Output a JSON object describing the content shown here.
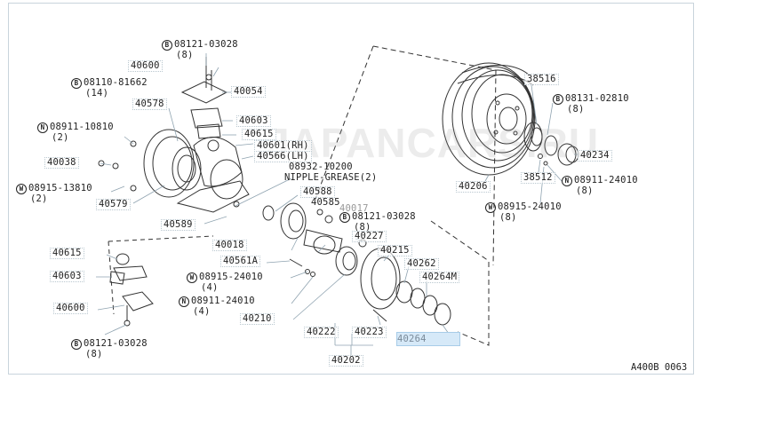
{
  "diagram_code": "A400B 0063",
  "watermark": "JAPANCARS.RU",
  "labels": {
    "bolt_08121_03028_top": {
      "badge": "B",
      "text": "08121-03028",
      "qty": "(8)"
    },
    "part_40600_top": "40600",
    "bolt_08110_81662": {
      "badge": "B",
      "text": "08110-81662",
      "qty": "(14)"
    },
    "part_40054": "40054",
    "part_40578": "40578",
    "part_40603_top": "40603",
    "nut_08911_10810": {
      "badge": "N",
      "text": "08911-10810",
      "qty": "(2)"
    },
    "part_40615_top": "40615",
    "part_40601_rh": "40601(RH)",
    "part_40566_lh": "40566(LH)",
    "part_40038": "40038",
    "part_08932_10200": "08932-10200",
    "nipple_grease": "NIPPLE-GREASE(2)",
    "washer_08915_13810": {
      "badge": "W",
      "text": "08915-13810",
      "qty": "(2)"
    },
    "part_40579": "40579",
    "part_40588": "40588",
    "part_40585": "40585",
    "part_40017": "40017",
    "bolt_08121_03028_mid": {
      "badge": "B",
      "text": "08121-03028",
      "qty": "(8)"
    },
    "part_40589": "40589",
    "part_40227": "40227",
    "part_40018": "40018",
    "part_40215": "40215",
    "part_40615_left": "40615",
    "part_40561a": "40561A",
    "part_40262": "40262",
    "part_40603_left": "40603",
    "washer_08915_24010_left": {
      "badge": "W",
      "text": "08915-24010",
      "qty": "(4)"
    },
    "part_40264m": "40264M",
    "nut_08911_24010_left": {
      "badge": "N",
      "text": "08911-24010",
      "qty": "(4)"
    },
    "part_40600_left": "40600",
    "part_40210": "40210",
    "part_40222": "40222",
    "part_40223": "40223",
    "part_40264": "40264",
    "bolt_08121_03028_bottom": {
      "badge": "B",
      "text": "08121-03028",
      "qty": "(8)"
    },
    "part_40202": "40202",
    "part_38516": "38516",
    "bolt_08131_02810": {
      "badge": "B",
      "text": "08131-02810",
      "qty": "(8)"
    },
    "part_40234": "40234",
    "part_38512": "38512",
    "nut_08911_24010_right": {
      "badge": "N",
      "text": "08911-24010",
      "qty": "(8)"
    },
    "part_40206": "40206",
    "washer_08915_24010_right": {
      "badge": "W",
      "text": "08915-24010",
      "qty": "(8)"
    }
  },
  "colors": {
    "line": "#333333",
    "frame": "#c9d4dc",
    "highlight": "#d6e9f8"
  }
}
